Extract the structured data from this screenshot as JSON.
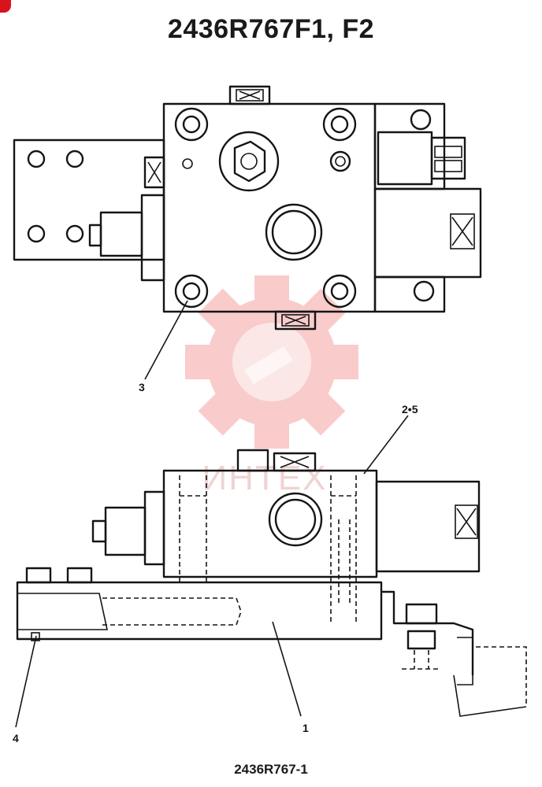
{
  "title": "2436R767F1, F2",
  "figure_code": "2436R767-1",
  "callouts": {
    "c1": "1",
    "c2_5": "2•5",
    "c3": "3",
    "c4": "4"
  },
  "watermark": {
    "text": "ИНТЕХ",
    "color": "#f28e8e"
  }
}
